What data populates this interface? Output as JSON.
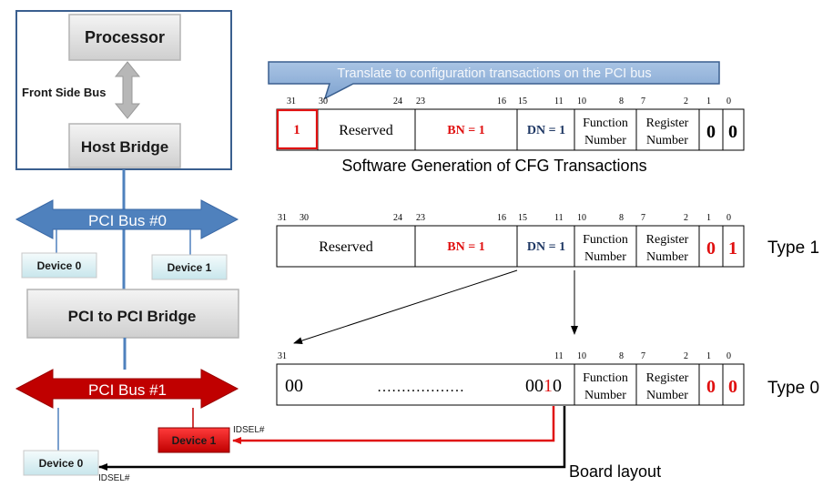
{
  "host": {
    "processor": "Processor",
    "front_side_bus": "Front Side Bus",
    "host_bridge": "Host Bridge"
  },
  "bus0": {
    "label": "PCI Bus #0",
    "device_left": "Device 0",
    "device_right": "Device 1"
  },
  "bridge": {
    "label": "PCI to PCI Bridge"
  },
  "bus1": {
    "label": "PCI Bus #1",
    "device_red": "Device 1",
    "device_bottom": "Device 0"
  },
  "idsel": {
    "label_red": "IDSEL#",
    "label_black": "IDSEL#"
  },
  "callout": {
    "text": "Translate to configuration transactions on the PCI bus"
  },
  "row1": {
    "bits": {
      "b31": "31",
      "b30": "30",
      "b24": "24",
      "b23": "23",
      "b16": "16",
      "b15": "15",
      "b11": "11",
      "b10": "10",
      "b8": "8",
      "b7": "7",
      "b2": "2",
      "b1": "1",
      "b0": "0"
    },
    "fields": {
      "enable": "1",
      "reserved": "Reserved",
      "bn": "BN = 1",
      "dn": "DN = 1",
      "function_a": "Function",
      "function_b": "Number",
      "register_a": "Register",
      "register_b": "Number",
      "bit1": "0",
      "bit0": "0"
    },
    "caption": "Software Generation of CFG Transactions"
  },
  "row2": {
    "bits": {
      "b31": "31",
      "b30": "30",
      "b24": "24",
      "b23": "23",
      "b16": "16",
      "b15": "15",
      "b11": "11",
      "b10": "10",
      "b8": "8",
      "b7": "7",
      "b2": "2",
      "b1": "1",
      "b0": "0"
    },
    "fields": {
      "reserved": "Reserved",
      "bn": "BN = 1",
      "dn": "DN = 1",
      "function_a": "Function",
      "function_b": "Number",
      "register_a": "Register",
      "register_b": "Number",
      "bit1": "0",
      "bit0": "1"
    },
    "type": "Type 1"
  },
  "row3": {
    "bits": {
      "b31": "31",
      "b11": "11",
      "b10": "10",
      "b8": "8",
      "b7": "7",
      "b2": "2",
      "b1": "1",
      "b0": "0"
    },
    "fields": {
      "left": "00",
      "dots": "………………",
      "right_black": "00",
      "right_red": "1",
      "right_end": "0",
      "function_a": "Function",
      "function_b": "Number",
      "register_a": "Register",
      "register_b": "Number",
      "bit1": "0",
      "bit0": "0"
    },
    "type": "Type 0"
  },
  "board_layout": "Board layout",
  "colors": {
    "bus_blue": "#4f81bd",
    "bus_red": "#c00000",
    "red": "#e01010",
    "navy": "#1f3864",
    "box_border": "#3a5f8f",
    "gray_box": "#dedede",
    "device_fill": "#e0f2f5"
  }
}
